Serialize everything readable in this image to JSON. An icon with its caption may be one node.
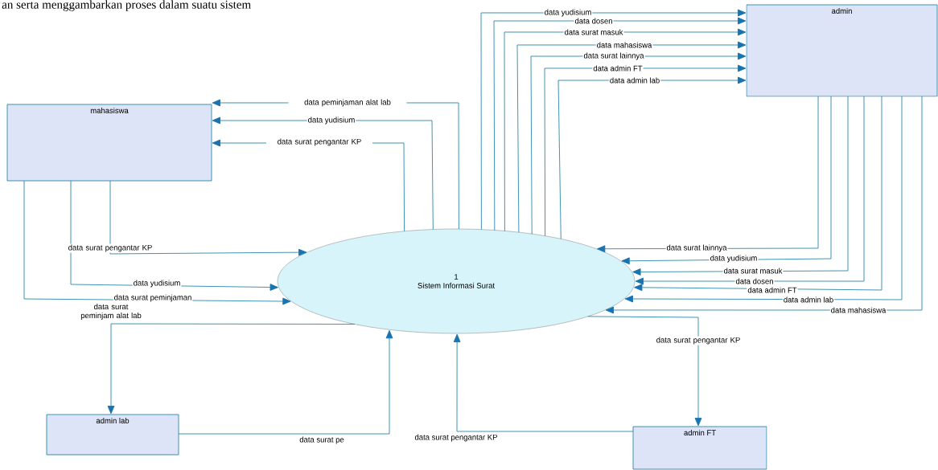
{
  "diagram": {
    "nodes": [
      {
        "text": [
          "mahasiswa"
        ]
      },
      {
        "text": [
          "admin"
        ]
      },
      {
        "text": [
          "1",
          "Sistem Informasi Surat"
        ]
      },
      {
        "text": [
          "admin lab"
        ]
      },
      {
        "text": [
          "admin FT"
        ]
      }
    ],
    "edges": [
      {
        "from": 2,
        "to": 0,
        "arrow": "to",
        "label": "data peminjaman alat lab"
      },
      {
        "from": 2,
        "to": 0,
        "arrow": "to",
        "label": "data yudisium"
      },
      {
        "from": 2,
        "to": 0,
        "arrow": "to",
        "label": "data surat pengantar KP"
      },
      {
        "from": 2,
        "to": 1,
        "arrow": "to",
        "label": "data yudisium"
      },
      {
        "from": 2,
        "to": 1,
        "arrow": "to",
        "label": "data dosen"
      },
      {
        "from": 2,
        "to": 1,
        "arrow": "to",
        "label": "data surat masuk"
      },
      {
        "from": 2,
        "to": 1,
        "arrow": "to",
        "label": "data mahasiswa"
      },
      {
        "from": 2,
        "to": 1,
        "arrow": "to",
        "label": "data surat lainnya"
      },
      {
        "from": 2,
        "to": 1,
        "arrow": "to",
        "label": "data admin FT"
      },
      {
        "from": 2,
        "to": 1,
        "arrow": "to",
        "label": "data admin lab"
      },
      {
        "from": 1,
        "to": 2,
        "arrow": "to",
        "label": "data surat lainnya"
      },
      {
        "from": 1,
        "to": 2,
        "arrow": "to",
        "label": "data yudisium"
      },
      {
        "from": 1,
        "to": 2,
        "arrow": "to",
        "label": "data surat masuk"
      },
      {
        "from": 1,
        "to": 2,
        "arrow": "to",
        "label": "data dosen"
      },
      {
        "from": 1,
        "to": 2,
        "arrow": "to",
        "label": "data admin FT"
      },
      {
        "from": 1,
        "to": 2,
        "arrow": "to",
        "label": "data admin lab"
      },
      {
        "from": 1,
        "to": 2,
        "arrow": "to",
        "label": "data mahasiswa"
      },
      {
        "from": 0,
        "to": 2,
        "arrow": "to",
        "label": "data surat pengantar KP"
      },
      {
        "from": 0,
        "to": 2,
        "arrow": "to",
        "label": "data yudisium"
      },
      {
        "from": 0,
        "to": 2,
        "arrow": "to",
        "label": "data surat peminjaman"
      },
      {
        "from": 2,
        "to": 3,
        "arrow": "to",
        "label": "data surat peminjam alat lab"
      },
      {
        "from": 3,
        "to": 2,
        "arrow": "to",
        "label": "data surat pe"
      },
      {
        "from": 4,
        "to": 2,
        "arrow": "to",
        "label": "data surat pengantar KP"
      },
      {
        "from": 2,
        "to": 4,
        "arrow": "to",
        "label": "data surat pengantar KP"
      }
    ],
    "labels": [
      "an serta menggambarkan proses dalam suatu sistem"
    ]
  }
}
